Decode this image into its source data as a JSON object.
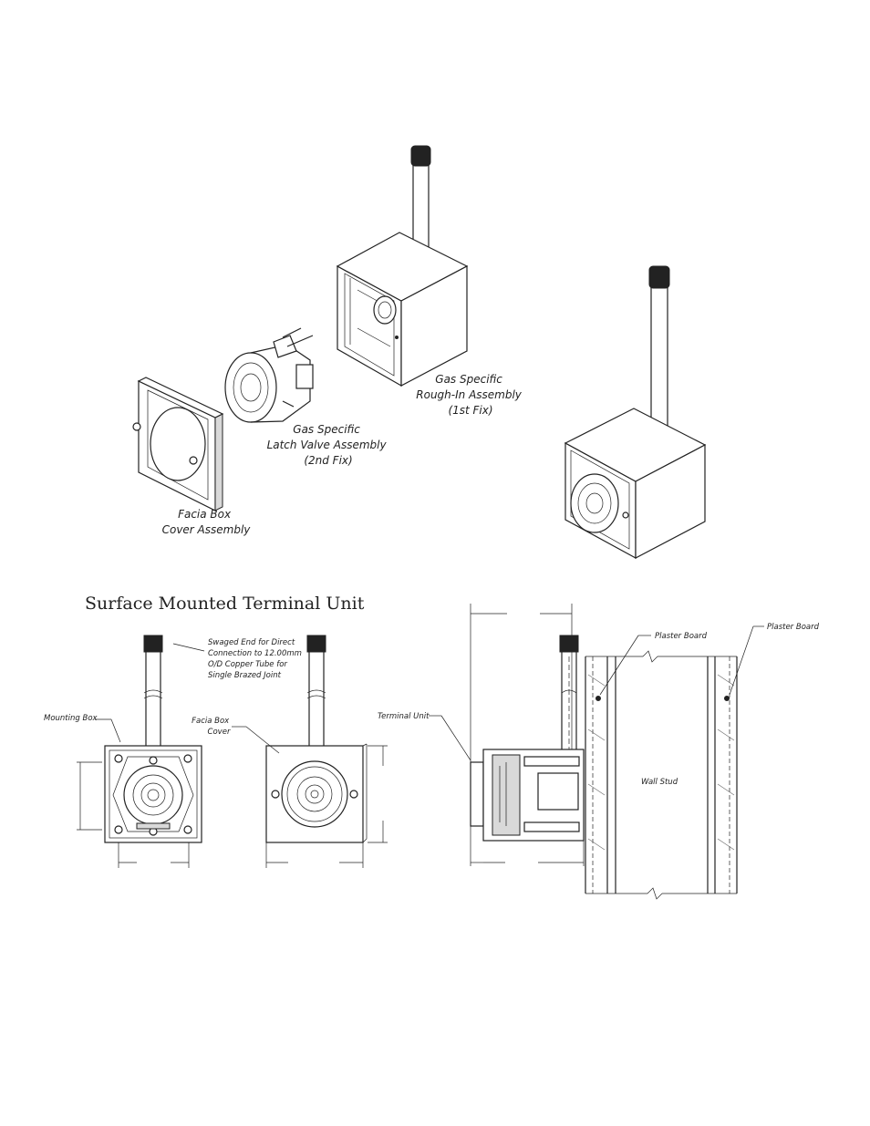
{
  "title": "Surface Mounted Terminal Unit",
  "labels": {
    "rough_in": [
      "Gas Specific",
      "Rough-In Assembly",
      "(1st Fix)"
    ],
    "latch_valve": [
      "Gas Specific",
      "Latch Valve Assembly",
      "(2nd Fix)"
    ],
    "facia_cover": [
      "Facia Box",
      "Cover Assembly"
    ],
    "swaged_end": [
      "Swaged End for Direct",
      "Connection to 12.00mm",
      "O/D Copper Tube for",
      "Single Brazed Joint"
    ],
    "mounting_box": "Mounting Box",
    "facia_box_cover": [
      "Facia Box",
      "Cover"
    ],
    "terminal_unit": "Terminal Unit",
    "plaster_board_1": "Plaster Board",
    "plaster_board_2": "Plaster Board",
    "wall_stud": "Wall Stud"
  }
}
